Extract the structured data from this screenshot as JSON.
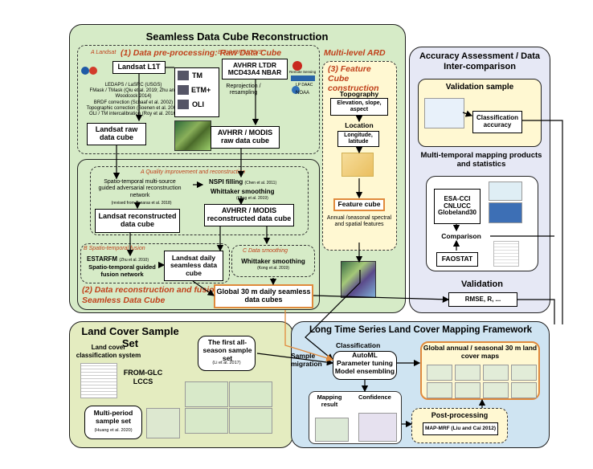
{
  "reconstruction": {
    "title": "Seamless Data Cube Reconstruction",
    "ard_label": "Multi-level ARD",
    "preprocess": {
      "title_a": "A Landsat",
      "title_b": "(1) Data pre-processing: Raw Data Cube",
      "landsat_l1t": "Landsat L1T",
      "steps": [
        "LEDAPS / LaSRC (USGS)",
        "FMask / TMask (Qiu et al. 2019; Zhu and Woodcock 2014)",
        "BRDF correction (Schaaf et al. 2002)",
        "Topographic correction (Soenen et al. 2005)",
        "OLI / TM intercalibration (Roy et al. 2016)"
      ],
      "sensors": [
        "TM",
        "ETM+",
        "OLI"
      ],
      "landsat_raw": "Landsat raw data cube",
      "avhrr_title": "B AVHRR/MODIS",
      "avhrr_inputs": "AVHRR LTDR MCD43A4 NBAR",
      "reprojection": "Reprojection / resampling",
      "avhrr_raw": "AVHRR / MODIS raw data cube",
      "agency_left": "Remote Sensing",
      "agency_right": [
        "LP DAAC",
        "NOAA"
      ]
    },
    "quality": {
      "title": "A Quality improvement and reconstruction",
      "spatio_text": "Spatio-temporal multi-source guided adversarial reconstruction network",
      "spatio_ref": "(revised from Lanaras et al. 2018)",
      "nspi": "NSPI filling",
      "nspi_ref": "(Chen et al. 2011)",
      "whittaker": "Whittaker smoothing",
      "whittaker_ref": "(Kong et al. 2019)",
      "landsat_recon": "Landsat reconstructed data cube",
      "avhrr_recon": "AVHRR / MODIS reconstructed data cube"
    },
    "fusion": {
      "title": "B Spatio-temporal fusion",
      "estarfm": "ESTARFM",
      "estarfm_ref": "(Zhu et al. 2010)",
      "network": "Spatio-temporal guided fusion network",
      "landsat_daily": "Landsat daily seamless data cube",
      "smooth_title": "C Data smoothing",
      "whittaker": "Whittaker smoothing",
      "whittaker_ref": "(Kong et al. 2019)"
    },
    "section2": "(2) Data reconstruction and fusion: Seamless Data Cube",
    "global": "Global 30 m daily seamless data cubes",
    "feature": {
      "title": "(3) Feature Cube construction",
      "topography": "Topography",
      "topography_box": "Elevation, slope, aspect",
      "location": "Location",
      "location_box": "Longitude, latitude",
      "feature_cube": "Feature cube",
      "annual": "Annual /seasonal spectral and spatial features"
    }
  },
  "accuracy": {
    "title": "Accuracy Assessment / Data Inter-comparison",
    "validation_sample": "Validation sample",
    "classification_accuracy": "Classification accuracy",
    "multitemporal": "Multi-temporal mapping products and statistics",
    "products": [
      "ESA-CCI",
      "CNLUCC",
      "Globeland30"
    ],
    "comparison": "Comparison",
    "faostat": "FAOSTAT",
    "validation": "Validation",
    "rmse": "RMSE, R, ..."
  },
  "sample_set": {
    "title": "Land Cover Sample Set",
    "system": "Land cover classification system",
    "fromglc": "FROM-GLC LCCS",
    "first": "The first all-season sample set",
    "first_ref": "(Li et al. 2017)",
    "multi_period": "Multi-period sample set",
    "multi_ref": "(Huang et al. 2020)"
  },
  "mapping": {
    "title": "Long Time Series Land Cover Mapping Framework",
    "classification": "Classification",
    "automl": "AutoML",
    "param": "Parameter tuning",
    "ensemble": "Model ensembling",
    "sample_migration": "Sample migration",
    "global_maps": "Global annual / seasonal 30 m land cover maps",
    "mapping_result": "Mapping result",
    "confidence": "Confidence",
    "postprocessing": "Post-processing",
    "mapmrf": "MAP-MRF (Liu and Cai 2012)"
  },
  "colors": {
    "green_panel": "#d6ebc7",
    "accuracy_panel": "#e6e8f5",
    "sample_panel": "#e4ecc0",
    "mapping_panel": "#cfe4f2",
    "feature_panel": "#fff8d2",
    "orange": "#c0411b",
    "orange_line": "#e08a3c"
  }
}
